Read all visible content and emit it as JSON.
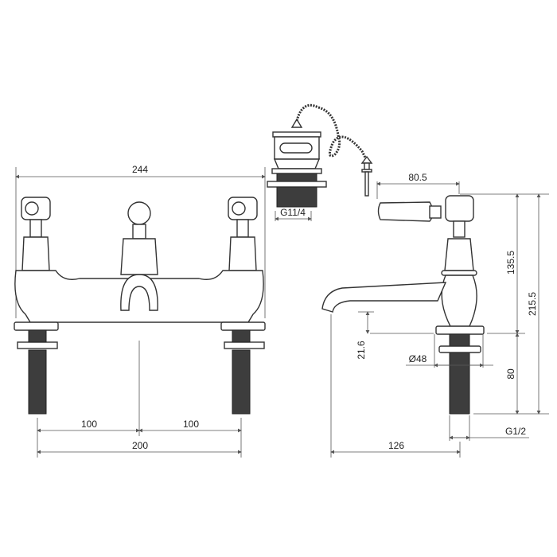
{
  "title": "Bridge basin mixer and basin tap technical drawing",
  "dimensions": {
    "overall_width": "244",
    "left_spacing": "100",
    "right_spacing": "100",
    "centres": "200",
    "waste_thread": "G11/4",
    "lever_reach": "80.5",
    "height_above_deck": "135.5",
    "total_height": "215.5",
    "shank_length": "80",
    "spout_clearance": "21.6",
    "base_diameter": "Ø48",
    "shank_thread": "G1/2",
    "spout_reach": "126"
  },
  "colors": {
    "line": "#333333",
    "thread": "#3d3d3d"
  }
}
